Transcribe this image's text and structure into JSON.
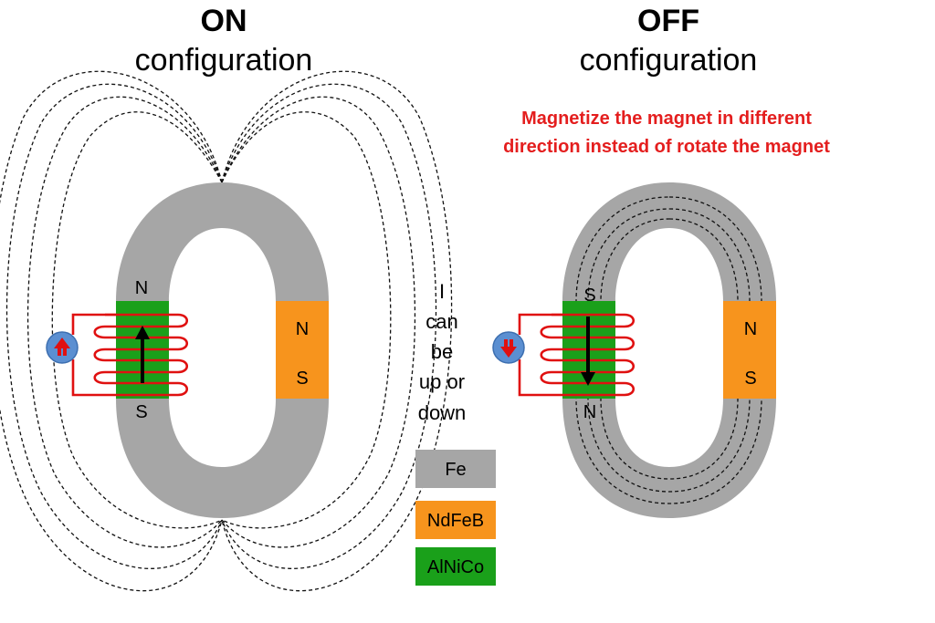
{
  "on_panel": {
    "title_bold": "ON",
    "title_sub": "configuration",
    "alnico_pole_top": "N",
    "alnico_pole_bottom": "S",
    "ndfeb_pole_top": "N",
    "ndfeb_pole_bottom": "S",
    "source_arrow": "up",
    "magnetization_arrow": "up"
  },
  "off_panel": {
    "title_bold": "OFF",
    "title_sub": "configuration",
    "note_line1": "Magnetize the magnet in different",
    "note_line2": "direction instead of rotate the magnet",
    "alnico_pole_top": "S",
    "alnico_pole_bottom": "N",
    "ndfeb_pole_top": "N",
    "ndfeb_pole_bottom": "S",
    "source_arrow": "down",
    "magnetization_arrow": "down"
  },
  "current_note": {
    "lines": [
      "I",
      "can",
      "be",
      "up or",
      "down"
    ]
  },
  "legend": [
    {
      "label": "Fe",
      "color": "#a6a6a6"
    },
    {
      "label": "NdFeB",
      "color": "#f7941d"
    },
    {
      "label": "AlNiCo",
      "color": "#1aa01a"
    }
  ],
  "colors": {
    "fe": "#a6a6a6",
    "ndfeb": "#f7941d",
    "alnico": "#1aa01a",
    "coil": "#e01010",
    "source": "#5b8fd1",
    "note_text": "#e41e1e"
  }
}
